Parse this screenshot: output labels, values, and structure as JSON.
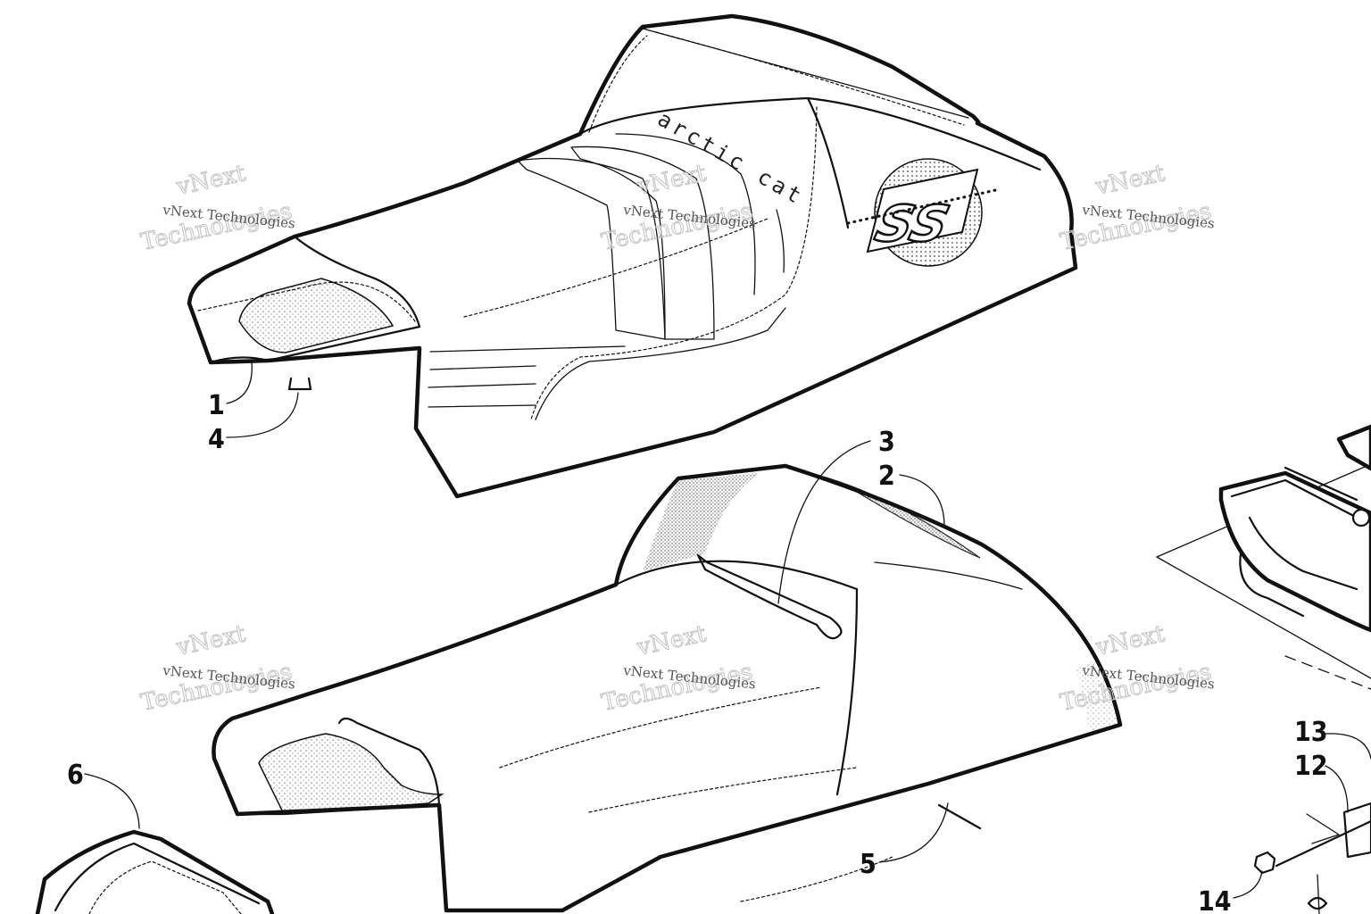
{
  "callouts": [
    {
      "id": "1",
      "label": "1"
    },
    {
      "id": "2",
      "label": "2"
    },
    {
      "id": "3",
      "label": "3"
    },
    {
      "id": "4",
      "label": "4"
    },
    {
      "id": "5",
      "label": "5"
    },
    {
      "id": "6",
      "label": "6"
    },
    {
      "id": "12",
      "label": "12"
    },
    {
      "id": "13",
      "label": "13"
    },
    {
      "id": "14",
      "label": "14"
    }
  ],
  "seat_branding": {
    "brand_text": "arctic cat",
    "logo_text": "SS"
  },
  "watermark": {
    "small_text": "vNext Technologies",
    "large_line1": "vNext",
    "large_line2": "Technologies"
  }
}
